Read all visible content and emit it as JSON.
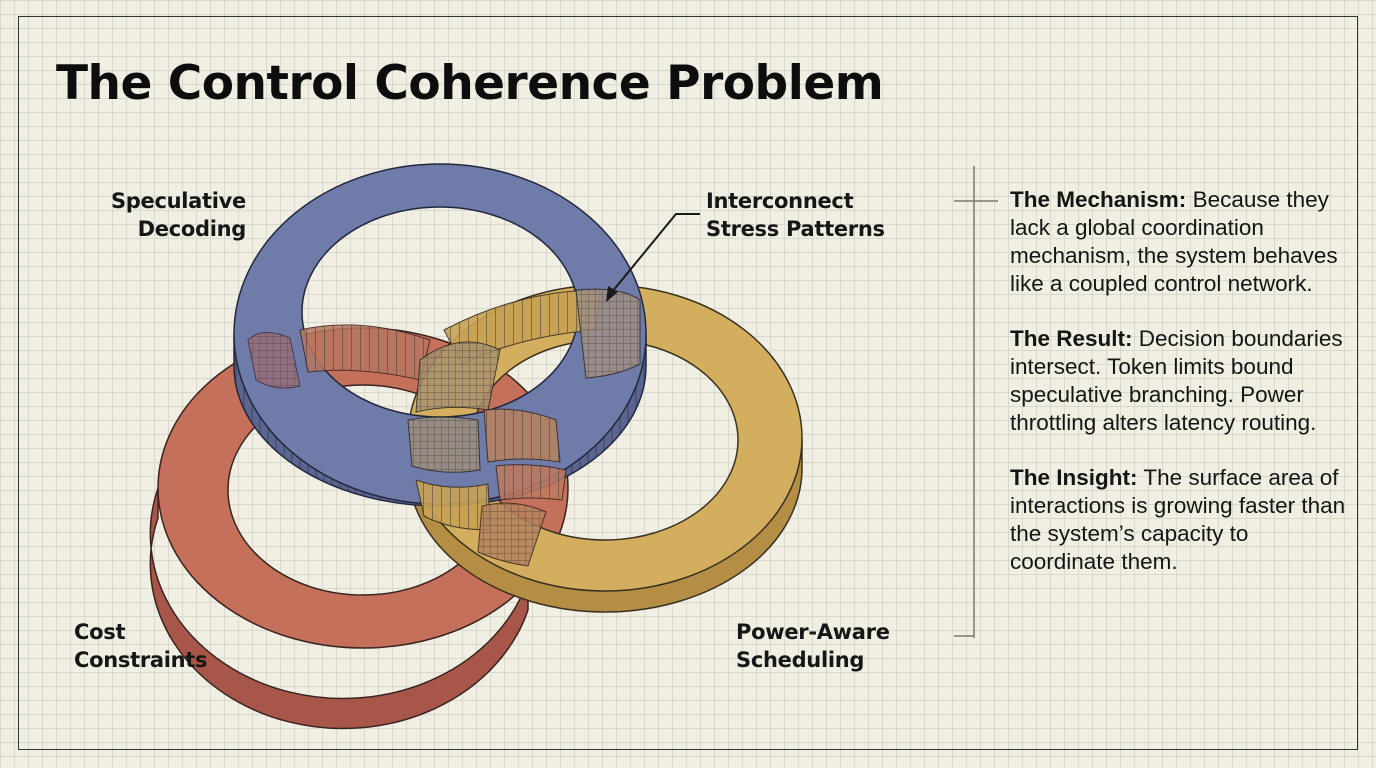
{
  "title": "The Control Coherence Problem",
  "labels": {
    "speculative": [
      "Speculative",
      "Decoding"
    ],
    "interconnect": [
      "Interconnect",
      "Stress Patterns"
    ],
    "cost": [
      "Cost",
      "Constraints"
    ],
    "power": [
      "Power-Aware",
      "Scheduling"
    ]
  },
  "rings": {
    "blue": "#6f7ba8",
    "red": "#c5705a",
    "yellow": "#d2ae5e"
  },
  "panel": [
    {
      "heading": "The Mechanism:",
      "body": "Because they lack a global coordination mechanism, the system behaves like a coupled control network."
    },
    {
      "heading": "The Result:",
      "body": "Decision boundaries intersect. Token limits bound speculative branching. Power throttling alters latency routing."
    },
    {
      "heading": "The Insight:",
      "body": "The surface area of interactions is growing faster than the system’s capacity to coordinate them."
    }
  ]
}
